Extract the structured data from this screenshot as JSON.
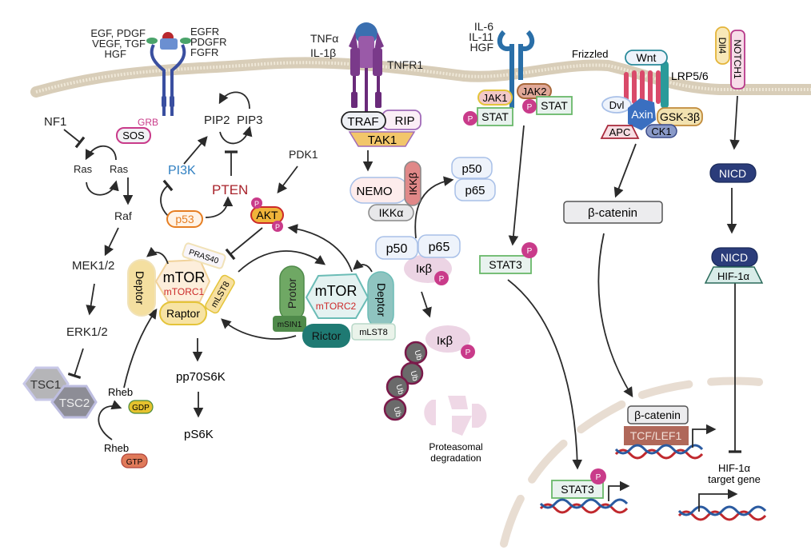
{
  "title": "Signaling pathways diagram",
  "colors": {
    "membrane": "#d8cdb8",
    "phospho": "#c93b8a",
    "pten": "#a8222a",
    "pi3k": "#2f7fc1",
    "mtorc_red": "#cc2a2a",
    "nicd": "#2b3c7a",
    "wnt_receptor": "#d94a6a",
    "lrp": "#2a9a9a",
    "tnfr": "#7a3a8a",
    "jak_receptor": "#2a6fa8",
    "egfr": "#3a4fa0",
    "dna_red": "#c0282d",
    "dna_blue": "#2a5aa0"
  },
  "rtk": {
    "ligands": [
      "EGF, PDGF",
      "VEGF, TGF",
      "HGF"
    ],
    "receptors": [
      "EGFR",
      "PDGFR",
      "FGFR"
    ],
    "grb": "GRB",
    "sos": "SOS"
  },
  "ras_mapk": {
    "nf1": "NF1",
    "ras1": "Ras",
    "ras2": "Ras",
    "raf": "Raf",
    "mek": "MEK1/2",
    "erk": "ERK1/2",
    "tsc1": "TSC1",
    "tsc2": "TSC2",
    "rheb1": "Rheb",
    "gdp": "GDP",
    "rheb2": "Rheb",
    "gtp": "GTP"
  },
  "pi3k": {
    "pip2": "PIP2",
    "pip3": "PIP3",
    "pi3k": "PI3K",
    "pten": "PTEN",
    "p53": "p53",
    "pdk1": "PDK1",
    "akt": "AKT",
    "p": "P"
  },
  "mtorc1": {
    "deptor": "Deptor",
    "mtor": "mTOR",
    "complex": "mTORC1",
    "raptor": "Raptor",
    "pras40": "PRAS40",
    "mlst8": "mLST8",
    "pp70": "pp70S6K",
    "ps6k": "pS6K"
  },
  "mtorc2": {
    "protor": "Protor",
    "msin1": "mSIN1",
    "mtor": "mTOR",
    "complex": "mTORC2",
    "deptor": "Deptor",
    "mlst8": "mLST8",
    "rictor": "Rictor"
  },
  "nfkb": {
    "ligands": [
      "TNFα",
      "IL-1β"
    ],
    "receptor": "TNFR1",
    "traf": "TRAF",
    "rip": "RIP",
    "tak1": "TAK1",
    "nemo": "NEMO",
    "ikkb": "IKKβ",
    "ikka": "IKKα",
    "p50_free": "p50",
    "p65_free": "p65",
    "p50": "p50",
    "p65": "p65",
    "ikb": "Iκβ",
    "ikb2": "Iκβ",
    "ub": "Ub",
    "degradation": [
      "Proteasomal",
      "degradation"
    ]
  },
  "jak_stat": {
    "ligands": [
      "IL-6",
      "IL-11",
      "HGF"
    ],
    "jak1": "JAK1",
    "jak2": "JAK2",
    "stat": "STAT",
    "stat3": "STAT3"
  },
  "wnt": {
    "frizzled": "Frizzled",
    "wnt": "Wnt",
    "lrp": "LRP5/6",
    "dvl": "Dvl",
    "axin": "Axin",
    "gsk": "GSK-3β",
    "apc": "APC",
    "ck1": "CK1",
    "bcat": "β-catenin",
    "tcf": "TCF/LEF1"
  },
  "notch": {
    "dll4": "Dll4",
    "notch1": "NOTCH1",
    "nicd": "NICD",
    "hif": "HIF-1α",
    "target": [
      "HIF-1α",
      "target gene"
    ]
  }
}
